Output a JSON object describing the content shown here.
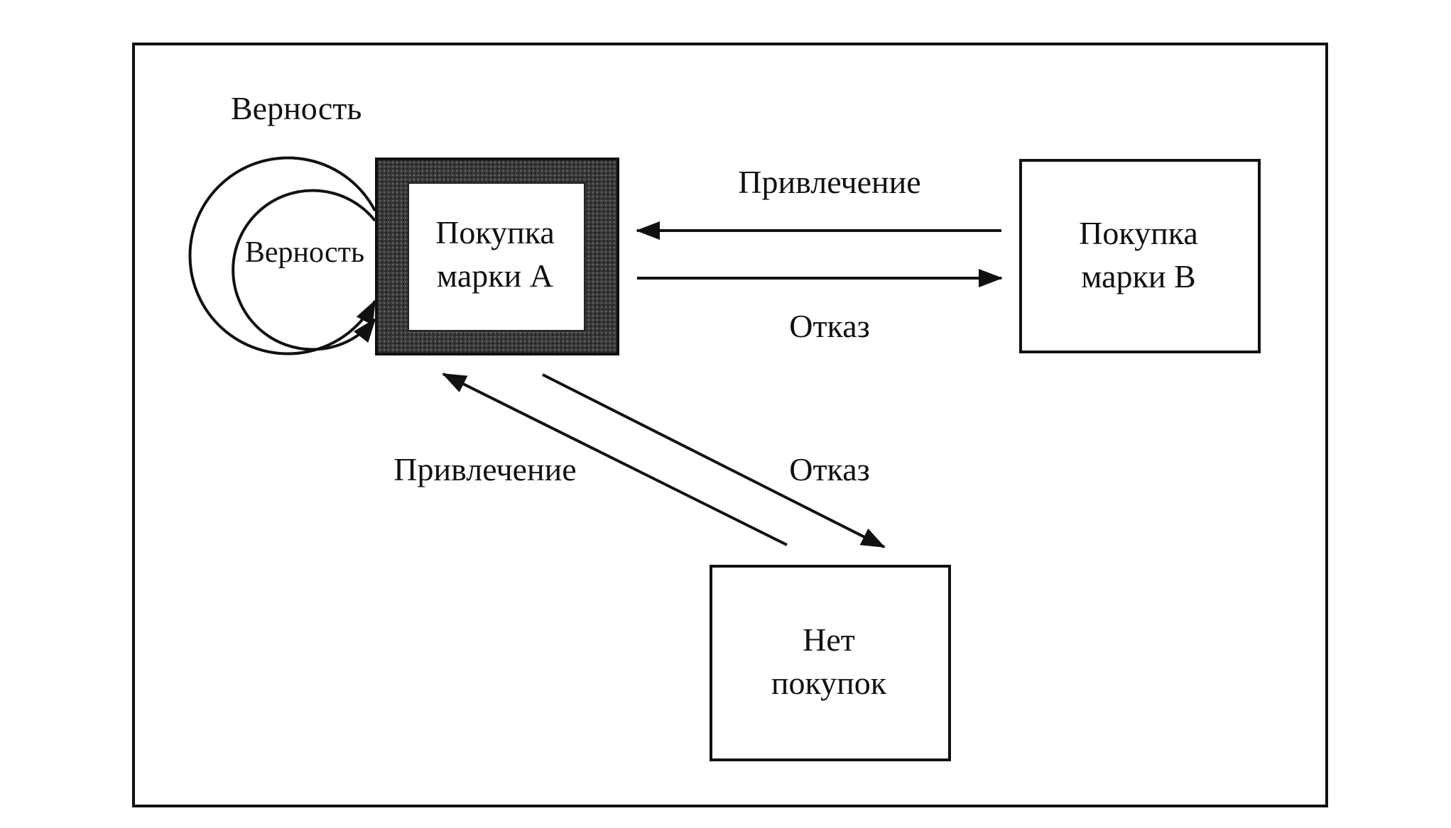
{
  "labels": {
    "outer_loyalty": "Верность",
    "inner_loyalty": "Верность",
    "attraction_top": "Привлечение",
    "refusal_top": "Отказ",
    "attraction_bottom": "Привлечение",
    "refusal_bottom": "Отказ"
  },
  "nodes": {
    "brand_a": {
      "line1": "Покупка",
      "line2": "марки А"
    },
    "brand_b": {
      "line1": "Покупка",
      "line2": "марки В"
    },
    "no_purchase": {
      "line1": "Нет",
      "line2": "покупок"
    }
  },
  "colors": {
    "ink": "#111111",
    "highlight_border": "#3a3a3a",
    "background": "#ffffff"
  }
}
